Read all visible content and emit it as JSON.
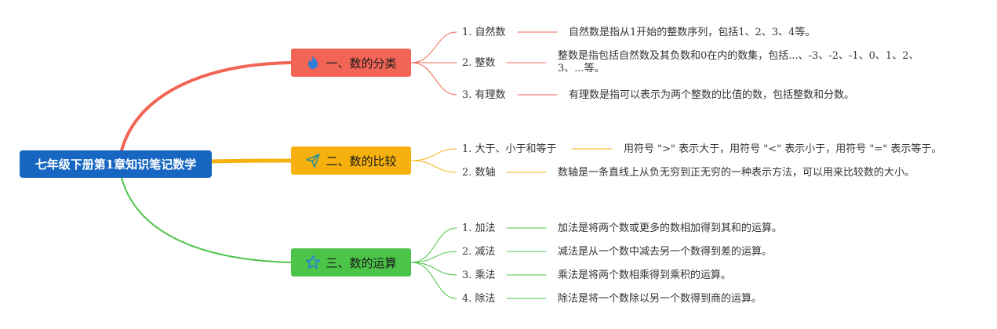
{
  "root": {
    "title": "七年级下册第1章知识笔记数学",
    "color": "#1767c2"
  },
  "branches": [
    {
      "title": "一、数的分类",
      "icon": "fire-icon",
      "color": "#f26556",
      "items": [
        {
          "label": "1. 自然数",
          "desc": "自然数是指从1开始的整数序列，包括1、2、3、4等。"
        },
        {
          "label": "2. 整数",
          "desc": "整数是指包括自然数及其负数和0在内的数集，包括...、-3、-2、-1、0、1、2、3、...等。"
        },
        {
          "label": "3. 有理数",
          "desc": "有理数是指可以表示为两个整数的比值的数，包括整数和分数。"
        }
      ]
    },
    {
      "title": "二、数的比较",
      "icon": "paper-plane-icon",
      "color": "#f7b10f",
      "items": [
        {
          "label": "1. 大于、小于和等于",
          "desc": "用符号 \">\" 表示大于，用符号 \"<\" 表示小于，用符号 \"=\" 表示等于。"
        },
        {
          "label": "2. 数轴",
          "desc": "数轴是一条直线上从负无穷到正无穷的一种表示方法，可以用来比较数的大小。"
        }
      ]
    },
    {
      "title": "三、数的运算",
      "icon": "star-icon",
      "color": "#4cc447",
      "items": [
        {
          "label": "1. 加法",
          "desc": "加法是将两个数或更多的数相加得到其和的运算。"
        },
        {
          "label": "2. 减法",
          "desc": "减法是从一个数中减去另一个数得到差的运算。"
        },
        {
          "label": "3. 乘法",
          "desc": "乘法是将两个数相乘得到乘积的运算。"
        },
        {
          "label": "4. 除法",
          "desc": "除法是将一个数除以另一个数得到商的运算。"
        }
      ]
    }
  ]
}
